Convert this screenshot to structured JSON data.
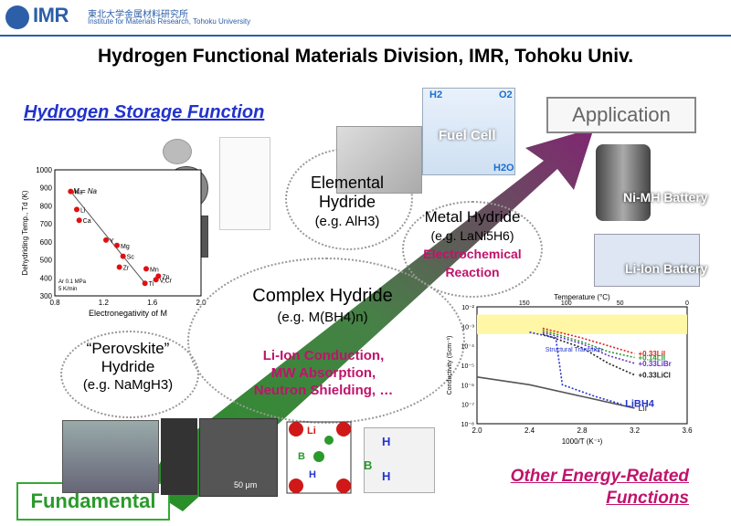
{
  "header": {
    "logo_text": "IMR",
    "institute_jp": "東北大学金属材料研究所",
    "institute_en": "Institute for Materials Research, Tohoku University"
  },
  "title": "Hydrogen Functional Materials Division, IMR, Tohoku Univ.",
  "sections": {
    "storage": "Hydrogen Storage Function",
    "application": "Application",
    "fundamental": "Fundamental",
    "other_line1": "Other Energy-Related",
    "other_line2": "Functions"
  },
  "hydrides": {
    "elemental_1": "Elemental",
    "elemental_2": "Hydride",
    "elemental_ex": "(e.g. AlH3)",
    "metal_1": "Metal Hydride",
    "metal_ex": "(e.g. LaNi5H6)",
    "metal_fn1": "Electrochemical",
    "metal_fn2": "Reaction",
    "complex_1": "Complex Hydride",
    "complex_ex": "(e.g. M(BH4)n)",
    "complex_fn1": "Li-Ion Conduction,",
    "complex_fn2": "MW Absorption,",
    "complex_fn3": "Neutron Shielding, …",
    "perov_1": "“Perovskite”",
    "perov_2": "Hydride",
    "perov_ex": "(e.g. NaMgH3)"
  },
  "devices": {
    "fuel_cell": "Fuel Cell",
    "nimh": "Ni-MH Battery",
    "liion": "Li-Ion Battery",
    "h2": "H2",
    "o2": "O2",
    "h2o": "H2O"
  },
  "chart_data": [
    {
      "type": "scatter",
      "xlabel": "Electronegativity of M",
      "ylabel": "Dehydriding Temp., Td (K)",
      "xlim": [
        0.8,
        2.0
      ],
      "ylim": [
        300,
        1000
      ],
      "xticks": [
        "0.8",
        "1.2",
        "1.6",
        "2.0"
      ],
      "yticks": [
        "300",
        "400",
        "500",
        "600",
        "700",
        "800",
        "900",
        "1000"
      ],
      "annotation_main": "M = Na",
      "conditions_1": "Ar 0.1 MPa",
      "conditions_2": "5 K/min",
      "points": [
        {
          "label": "Na",
          "x": 0.93,
          "y": 880
        },
        {
          "label": "Li",
          "x": 0.98,
          "y": 780
        },
        {
          "label": "Ca",
          "x": 1.0,
          "y": 720
        },
        {
          "label": "Y",
          "x": 1.22,
          "y": 610
        },
        {
          "label": "Mg",
          "x": 1.31,
          "y": 580
        },
        {
          "label": "Sc",
          "x": 1.36,
          "y": 520
        },
        {
          "label": "Zr",
          "x": 1.33,
          "y": 460
        },
        {
          "label": "Mn",
          "x": 1.55,
          "y": 450
        },
        {
          "label": "Zn",
          "x": 1.65,
          "y": 410
        },
        {
          "label": "V,Cr",
          "x": 1.63,
          "y": 390
        },
        {
          "label": "Ti",
          "x": 1.54,
          "y": 370
        }
      ]
    },
    {
      "type": "line",
      "xlabel": "1000/T (K⁻¹)",
      "ylabel": "Conductivity (Scm⁻¹)",
      "top_axis_label": "Temperature (°C)",
      "top_ticks": [
        "150",
        "100",
        "50",
        "0"
      ],
      "xticks": [
        "2.0",
        "2.4",
        "2.8",
        "3.2",
        "3.6"
      ],
      "yticks": [
        "10⁻⁸",
        "10⁻⁷",
        "10⁻⁶",
        "10⁻⁵",
        "10⁻⁴",
        "10⁻³",
        "10⁻²"
      ],
      "xlim": [
        2.0,
        3.6
      ],
      "ylim_exp": [
        -8,
        -2
      ],
      "annotation": "Structural Transition",
      "series": [
        {
          "name": "+0.33LiI",
          "color": "#e02020",
          "points": [
            [
              2.5,
              -3.1
            ],
            [
              2.8,
              -3.6
            ],
            [
              3.0,
              -4.0
            ],
            [
              3.2,
              -4.4
            ]
          ]
        },
        {
          "name": "+0.14LiI",
          "color": "#2a9a2a",
          "points": [
            [
              2.5,
              -3.2
            ],
            [
              2.8,
              -3.8
            ],
            [
              3.0,
              -4.3
            ],
            [
              3.2,
              -4.6
            ]
          ]
        },
        {
          "name": "+0.33LiBr",
          "color": "#6633cc",
          "points": [
            [
              2.5,
              -3.3
            ],
            [
              2.8,
              -3.9
            ],
            [
              3.0,
              -4.5
            ],
            [
              3.2,
              -4.9
            ]
          ]
        },
        {
          "name": "+0.33LiCl",
          "color": "#222222",
          "points": [
            [
              2.5,
              -3.4
            ],
            [
              2.8,
              -4.1
            ],
            [
              3.0,
              -4.9
            ],
            [
              3.2,
              -5.5
            ]
          ]
        },
        {
          "name": "LiI",
          "color": "#555555",
          "points": [
            [
              2.0,
              -5.6
            ],
            [
              2.4,
              -6.0
            ],
            [
              2.8,
              -6.6
            ],
            [
              3.2,
              -7.2
            ]
          ]
        },
        {
          "name": "LiBH4",
          "color": "#2233cc",
          "points": [
            [
              2.4,
              -3.3
            ],
            [
              2.6,
              -3.6
            ],
            [
              2.65,
              -6.0
            ],
            [
              2.9,
              -6.6
            ],
            [
              3.1,
              -7.0
            ]
          ]
        }
      ]
    }
  ],
  "micro": {
    "scale_bar": "50 μm",
    "atom_li": "Li",
    "atom_b": "B",
    "atom_h": "H"
  }
}
